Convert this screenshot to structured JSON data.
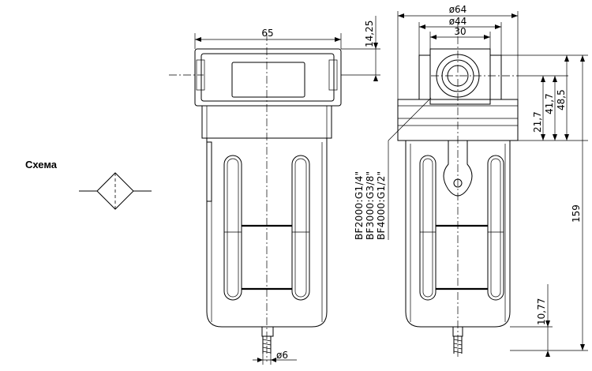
{
  "schema": {
    "label": "Схема"
  },
  "front_view": {
    "dims": {
      "width": "65",
      "cap_height": "14,25",
      "drain_diameter": "ø6"
    }
  },
  "side_view": {
    "dims": {
      "outer_diameter": "ø64",
      "inner_diameter": "ø44",
      "port_width": "30",
      "height_21": "21,7",
      "height_41": "41,7",
      "height_48": "48,5",
      "total_height": "159",
      "bottom_height": "10,77"
    },
    "models": [
      "BF2000:G1/4\"",
      "BF3000:G3/8\"",
      "BF4000:G1/2\""
    ]
  }
}
